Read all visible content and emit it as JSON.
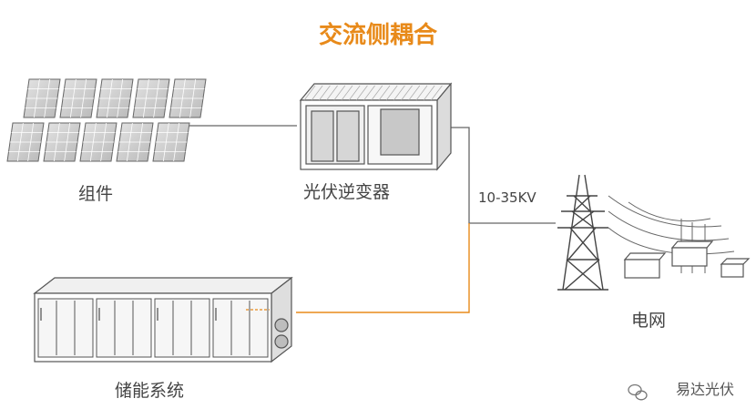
{
  "title": "交流侧耦合",
  "labels": {
    "modules": "组件",
    "inverter": "光伏逆变器",
    "voltage": "10-35KV",
    "grid": "电网",
    "storage": "储能系统"
  },
  "watermark": {
    "text": "易达光伏",
    "icon": "wechat-icon"
  },
  "colors": {
    "accent": "#e88a1a",
    "line": "#666666",
    "text": "#444444"
  }
}
